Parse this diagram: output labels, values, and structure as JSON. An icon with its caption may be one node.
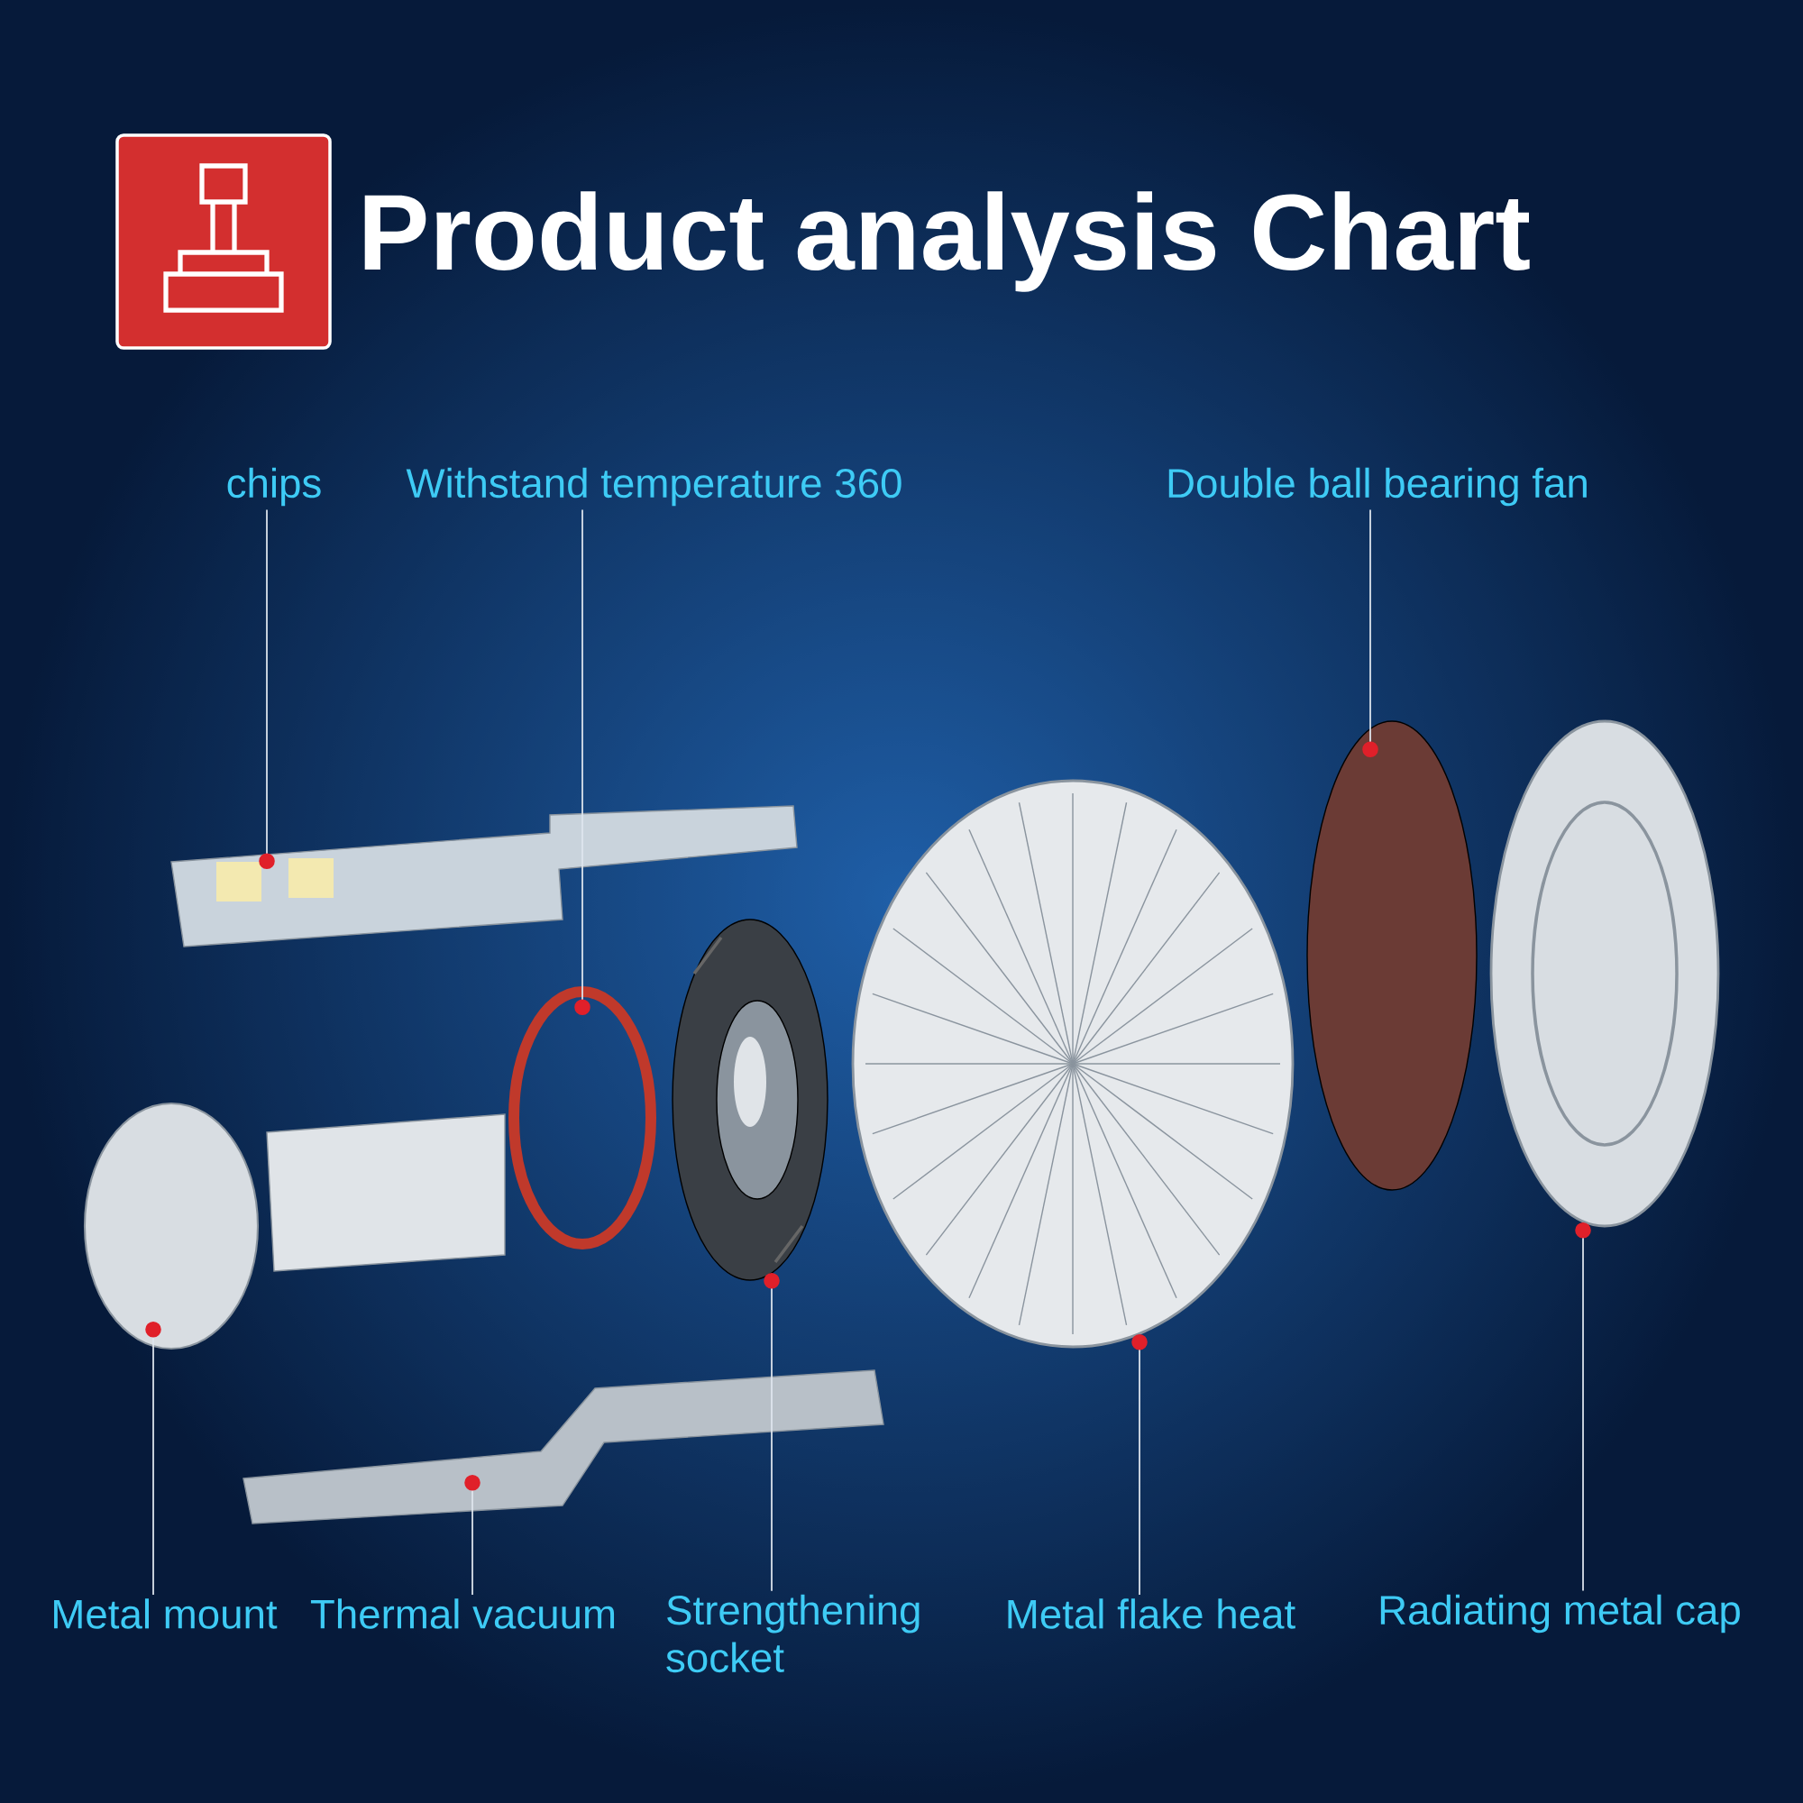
{
  "diagram": {
    "title": "Product analysis Chart",
    "nodes": [
      {
        "text": [
          "chips"
        ]
      },
      {
        "text": [
          "Withstand temperature 360"
        ]
      },
      {
        "text": [
          "Double ball bearing fan"
        ]
      },
      {
        "text": [
          "Metal mount"
        ]
      },
      {
        "text": [
          "Thermal vacuum"
        ]
      },
      {
        "text": [
          "Strengthening socket"
        ]
      },
      {
        "text": [
          "Metal flake heat"
        ]
      },
      {
        "text": [
          "Radiating metal cap"
        ]
      },
      {
        "text": [],
        "shape": "picture"
      },
      {
        "text": [],
        "shape": "picture"
      },
      {
        "text": [],
        "shape": "picture"
      },
      {
        "text": [],
        "shape": "picture"
      },
      {
        "text": [],
        "shape": "picture"
      },
      {
        "text": [],
        "shape": "picture"
      },
      {
        "text": [],
        "shape": "picture"
      },
      {
        "text": [],
        "shape": "picture"
      }
    ],
    "edges": [
      {
        "from": 0,
        "to": 9,
        "arrow": "other"
      },
      {
        "from": 1,
        "to": 11,
        "arrow": "other"
      },
      {
        "from": 2,
        "to": 14,
        "arrow": "other"
      },
      {
        "from": 3,
        "to": 8,
        "arrow": "other"
      },
      {
        "from": 4,
        "to": 10,
        "arrow": "other"
      },
      {
        "from": 5,
        "to": 12,
        "arrow": "other"
      },
      {
        "from": 6,
        "to": 13,
        "arrow": "other"
      },
      {
        "from": 7,
        "to": 15,
        "arrow": "other"
      }
    ]
  }
}
